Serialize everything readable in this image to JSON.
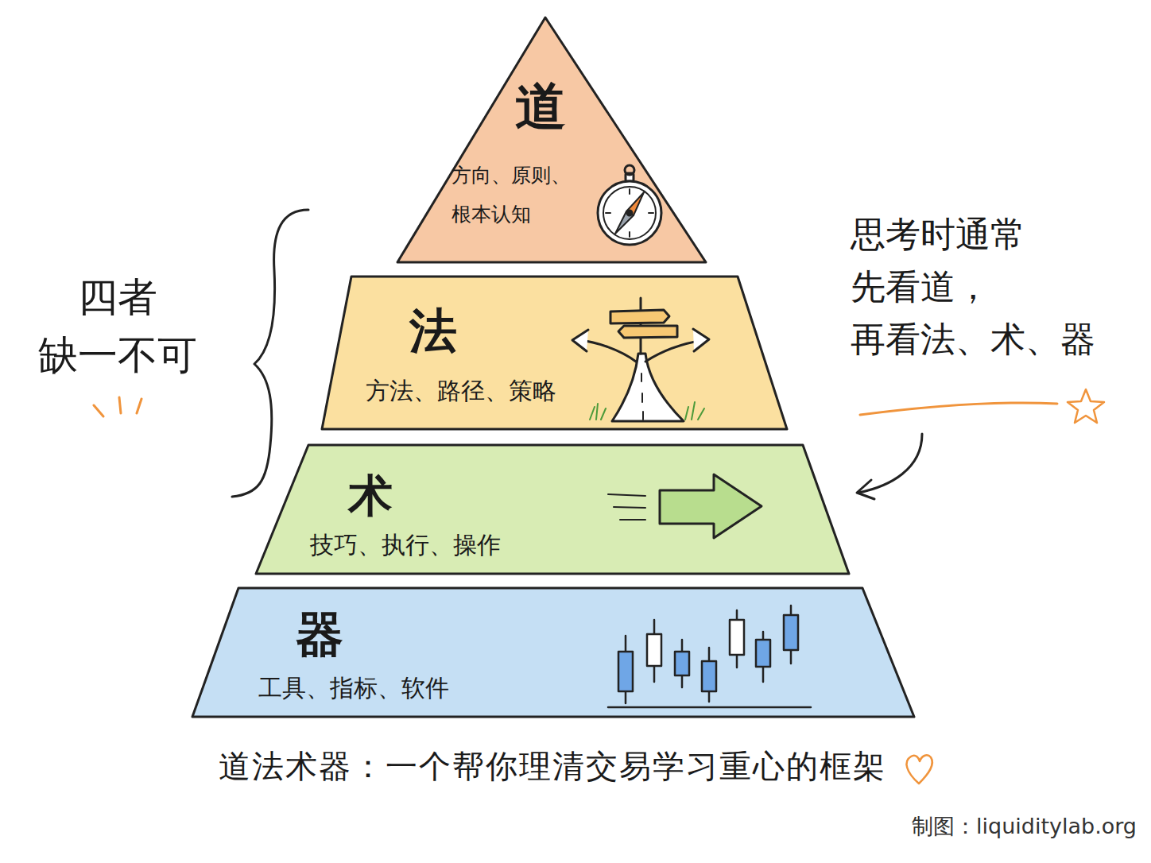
{
  "diagram": {
    "caption": "道法术器：一个帮你理清交易学习重心的框架",
    "nodes": [
      {
        "text": [
          "道",
          "方向、原则、 根本认知"
        ]
      },
      {
        "text": [
          "法",
          "方法、路径、策略"
        ]
      },
      {
        "text": [
          "术",
          "技巧、执行、操作"
        ]
      },
      {
        "text": [
          "器",
          "工具、指标、软件"
        ]
      }
    ],
    "labels": [
      "四者 缺一不可",
      "思考时通常 先看道， 再看法、术、器",
      "制图：liquiditylab.org"
    ]
  }
}
